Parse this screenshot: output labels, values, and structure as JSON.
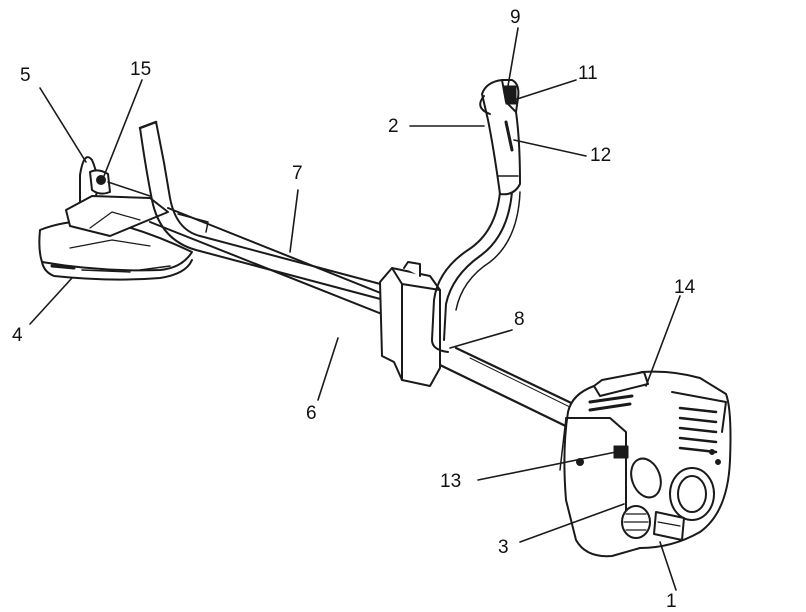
{
  "colors": {
    "ink": "#1a1a1a",
    "paper": "#ffffff",
    "shade": "#d8d8d8"
  },
  "callouts": [
    {
      "id": "1",
      "text": "1"
    },
    {
      "id": "2",
      "text": "2"
    },
    {
      "id": "3",
      "text": "3"
    },
    {
      "id": "4",
      "text": "4"
    },
    {
      "id": "5",
      "text": "5"
    },
    {
      "id": "6",
      "text": "6"
    },
    {
      "id": "7",
      "text": "7"
    },
    {
      "id": "8",
      "text": "8"
    },
    {
      "id": "9",
      "text": "9"
    },
    {
      "id": "11",
      "text": "11"
    },
    {
      "id": "12",
      "text": "12"
    },
    {
      "id": "13",
      "text": "13"
    },
    {
      "id": "14",
      "text": "14"
    },
    {
      "id": "15",
      "text": "15"
    }
  ]
}
